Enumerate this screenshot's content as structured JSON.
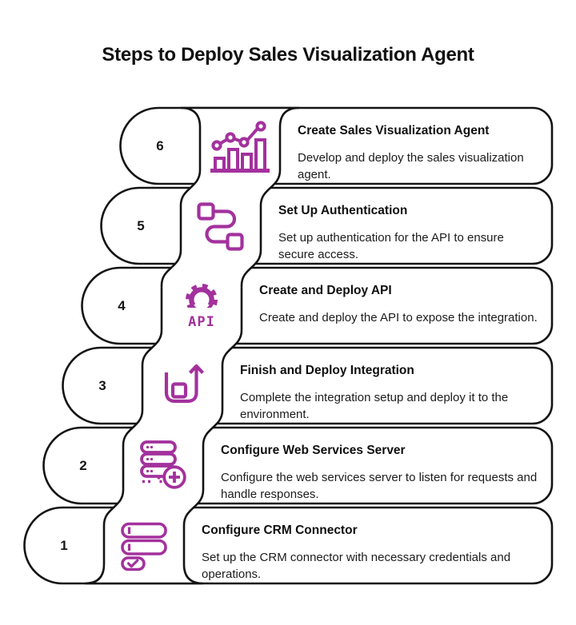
{
  "title": "Steps to Deploy Sales Visualization Agent",
  "colors": {
    "accent": "#a3319d",
    "outline": "#141414",
    "background": "#ffffff",
    "text": "#1c1c1c"
  },
  "steps": [
    {
      "number": "6",
      "icon": "bar-chart-trend-icon",
      "title": "Create Sales Visualization Agent",
      "description": "Develop and deploy the sales visualization agent."
    },
    {
      "number": "5",
      "icon": "workflow-connector-icon",
      "title": "Set Up Authentication",
      "description": "Set up authentication for the API to ensure secure access."
    },
    {
      "number": "4",
      "icon": "api-gear-icon",
      "icon_label": "API",
      "title": "Create and Deploy API",
      "description": "Create and deploy the API to expose the integration."
    },
    {
      "number": "3",
      "icon": "deploy-arrow-icon",
      "title": "Finish and Deploy Integration",
      "description": "Complete the integration setup and deploy it to the environment."
    },
    {
      "number": "2",
      "icon": "server-add-icon",
      "title": "Configure Web Services Server",
      "description": "Configure the web services server to listen for requests and handle responses."
    },
    {
      "number": "1",
      "icon": "crm-connector-icon",
      "title": "Configure CRM Connector",
      "description": "Set up the CRM connector with necessary credentials and operations."
    }
  ]
}
